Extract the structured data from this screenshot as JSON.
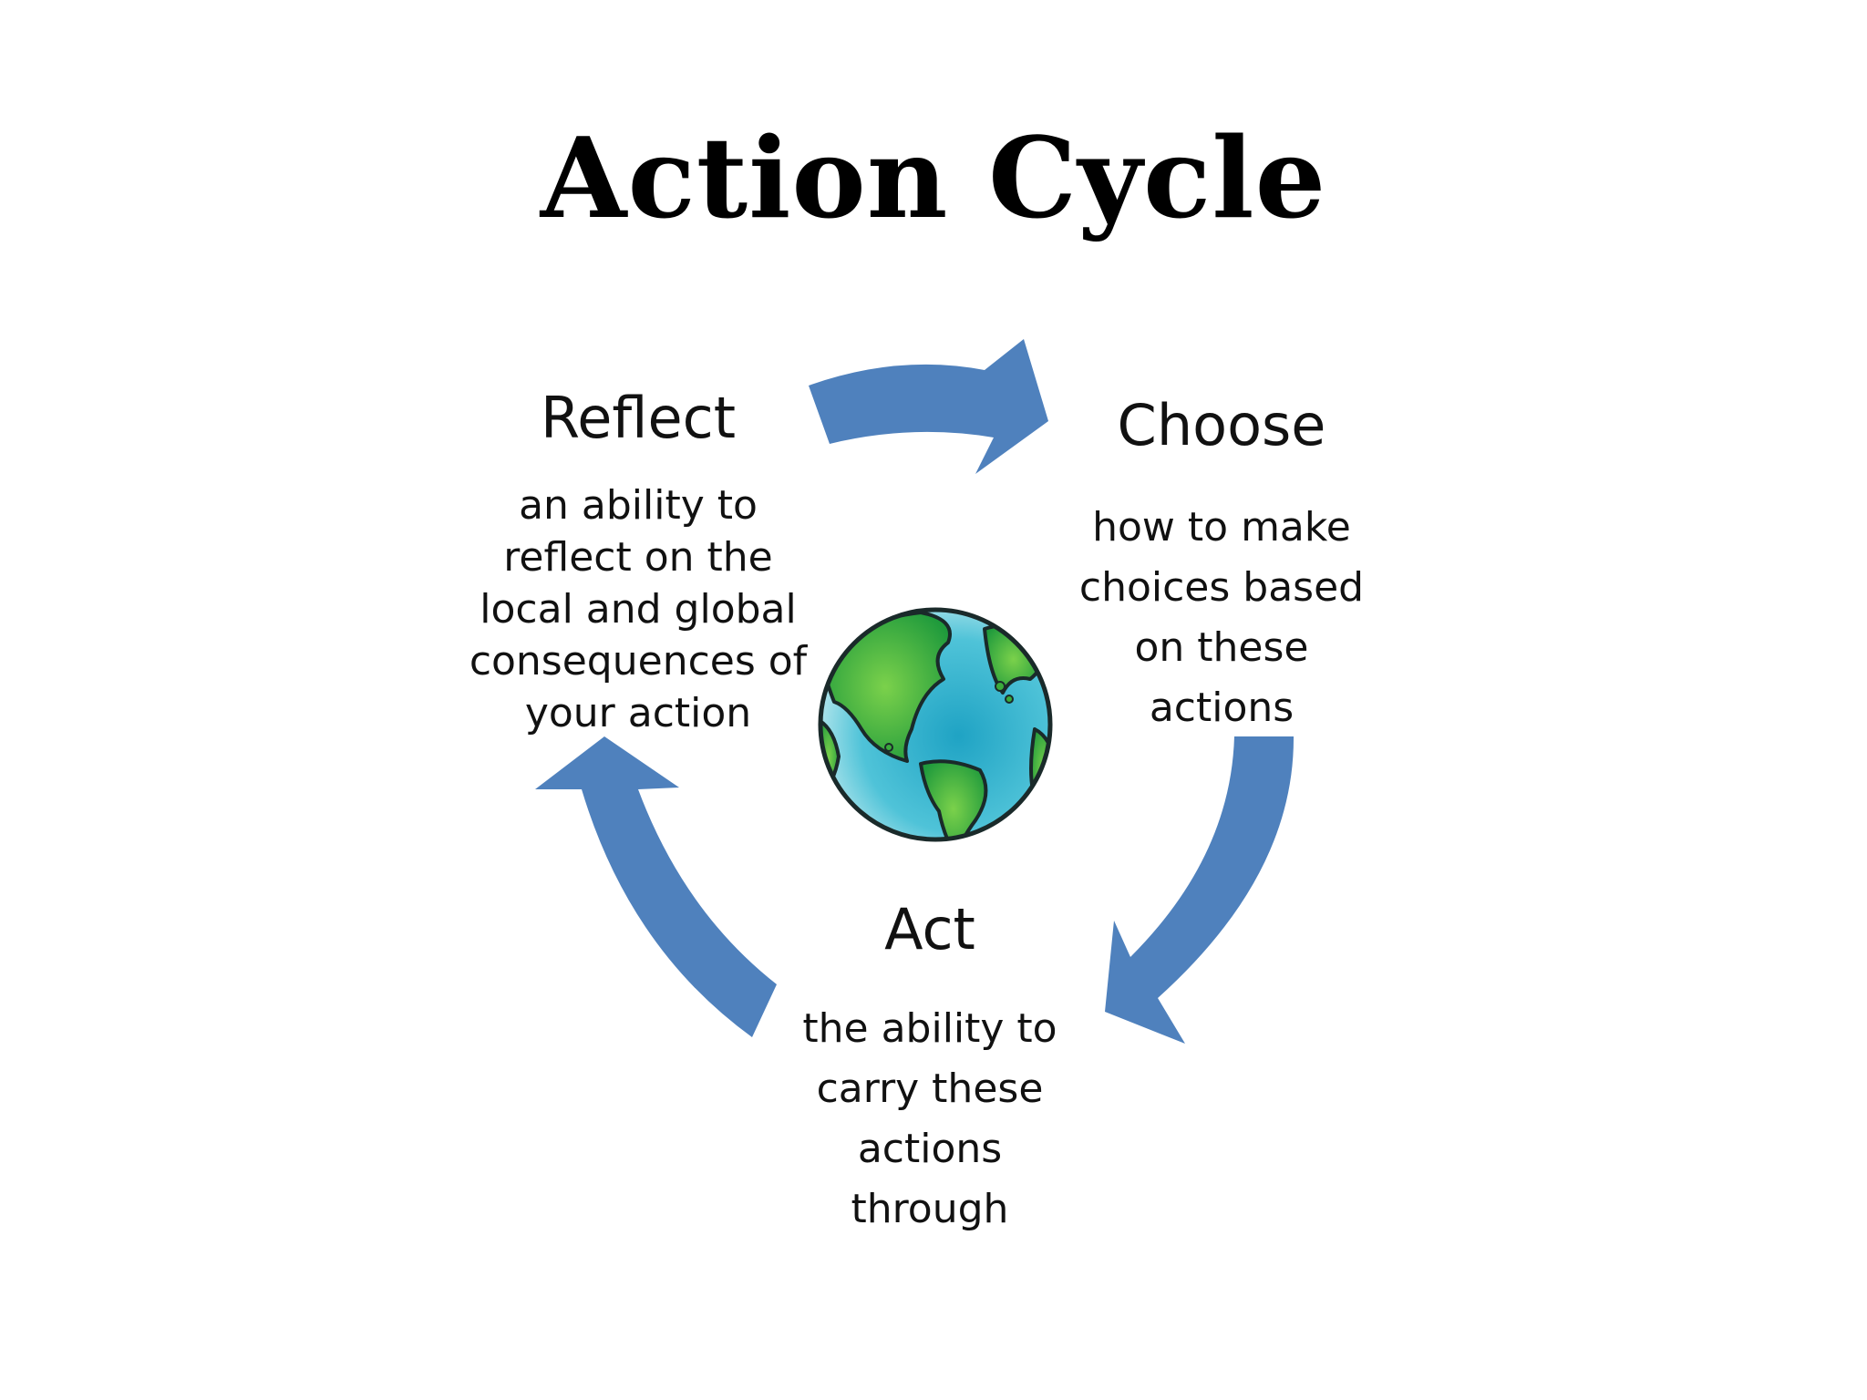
{
  "title": "Action Cycle",
  "stages": {
    "reflect": {
      "heading": "Reflect",
      "lines": [
        "an ability to",
        "reflect on the",
        "local and global",
        "consequences of",
        "your action"
      ]
    },
    "choose": {
      "heading": "Choose",
      "lines": [
        "how to make",
        "choices based",
        "on these",
        "actions"
      ]
    },
    "act": {
      "heading": "Act",
      "lines": [
        "the ability to",
        "carry these",
        "actions",
        "through"
      ]
    }
  },
  "colors": {
    "arrow": "#4f81bd",
    "ocean": "#3fb6cf",
    "land": "#3bab3b",
    "outline": "#1a2a2a"
  },
  "center_icon": "globe-icon"
}
